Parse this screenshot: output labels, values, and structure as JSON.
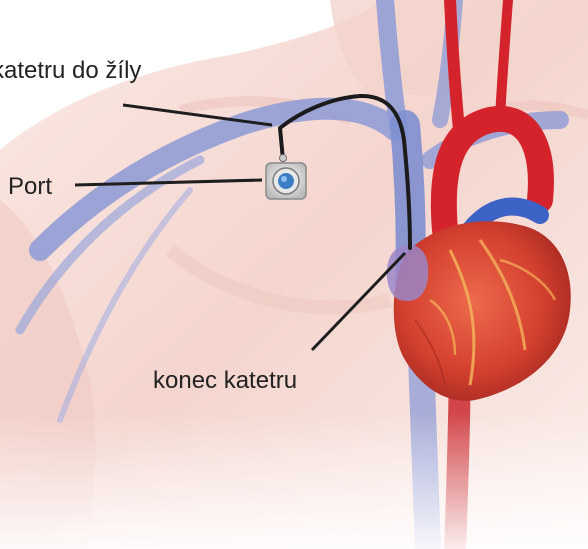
{
  "labels": {
    "insertion": "katetru do žíly",
    "port": "Port",
    "tip": "konec katetru"
  },
  "colors": {
    "skin": "#f6d9d3",
    "skin_shadow": "#e9c2bb",
    "vein": "#7f90cf",
    "artery": "#d5232b",
    "heart": "#d9473b",
    "heart_dark": "#a62a24",
    "catheter": "#1b1b1b",
    "leader_line": "#1e1e1e",
    "port_body": "#d8d8d8",
    "port_center": "#3c7fc4"
  },
  "icons": {
    "port_device": "implanted-port-icon",
    "heart": "heart-illustration"
  }
}
